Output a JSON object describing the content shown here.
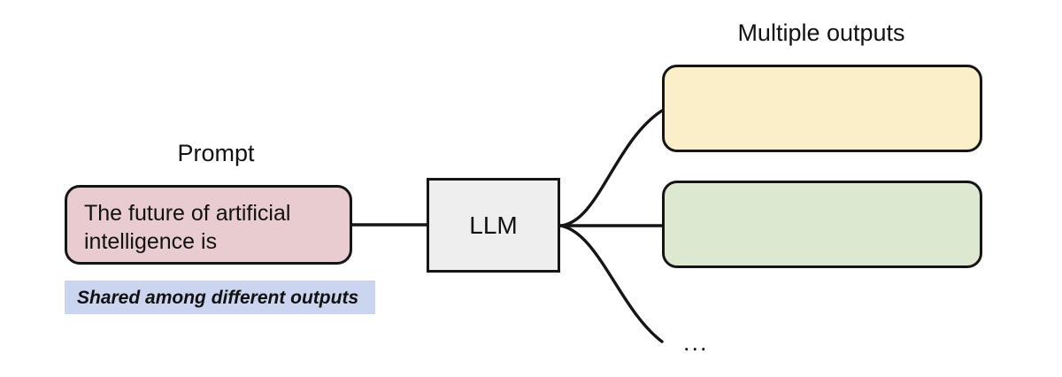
{
  "diagram": {
    "title_left": "Prompt",
    "title_right": "Multiple outputs",
    "prompt": {
      "label": "Prompt",
      "text": "The future of artificial intelligence is",
      "fill_color": "#e8ccd0",
      "stroke_color": "#151515"
    },
    "shared_note": {
      "text": "Shared among different outputs",
      "fill_color": "#ccd5f0"
    },
    "model": {
      "label": "LLM",
      "fill_color": "#eeeeee",
      "stroke_color": "#151515"
    },
    "outputs": {
      "heading": "Multiple outputs",
      "items": [
        {
          "index": 1,
          "text": "",
          "fill_color": "#faefc8"
        },
        {
          "index": 2,
          "text": "",
          "fill_color": "#dde8d0"
        }
      ],
      "more_indicator": "..."
    },
    "connectors": {
      "stroke_color": "#151515",
      "count": 3,
      "description": "prompt to LLM straight line; LLM fans out to output 1, output 2, and an unterminated third branch"
    }
  }
}
